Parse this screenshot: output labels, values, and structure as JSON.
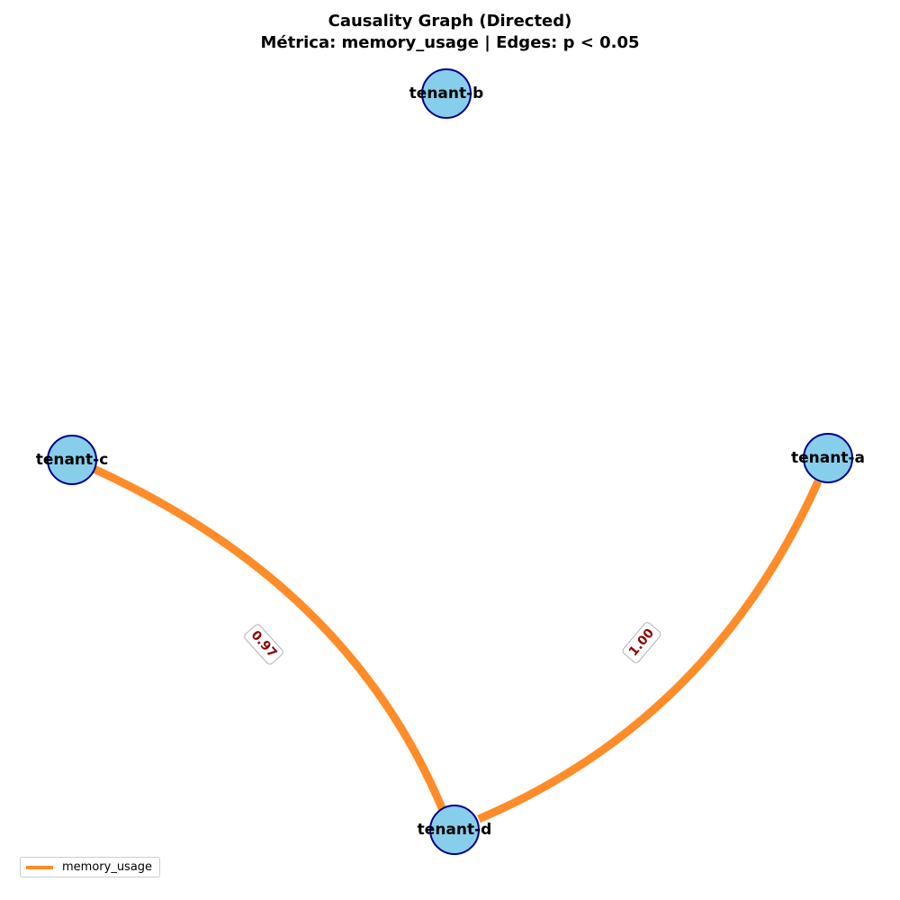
{
  "title": {
    "line1": "Causality Graph (Directed)",
    "line2": "Métrica: memory_usage | Edges: p < 0.05"
  },
  "nodes": [
    {
      "id": "tenant-b",
      "label": "tenant-b"
    },
    {
      "id": "tenant-c",
      "label": "tenant-c"
    },
    {
      "id": "tenant-a",
      "label": "tenant-a"
    },
    {
      "id": "tenant-d",
      "label": "tenant-d"
    }
  ],
  "edges": [
    {
      "source": "tenant-c",
      "target": "tenant-d",
      "label": "0.97"
    },
    {
      "source": "tenant-a",
      "target": "tenant-d",
      "label": "1.00"
    }
  ],
  "legend": {
    "label": "memory_usage"
  },
  "colors": {
    "node_fill": "#87ceeb",
    "node_stroke": "#00008b",
    "edge": "#ff8c28",
    "edge_label_text": "#8b0000"
  }
}
